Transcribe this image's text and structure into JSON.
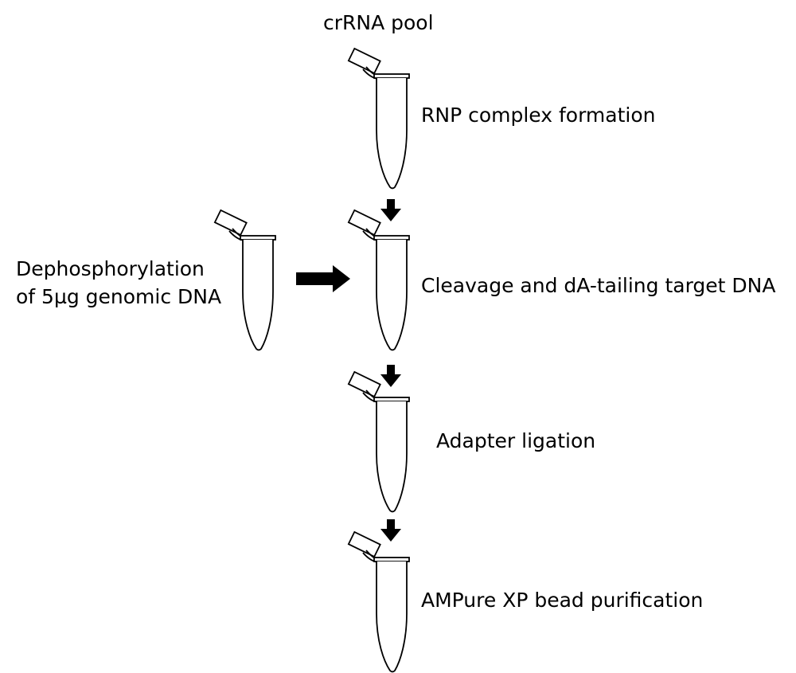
{
  "labels": {
    "top_reagent": "crRNA pool",
    "side_reagent_line1": "Dephosphorylation",
    "side_reagent_line2": "of 5µg genomic DNA"
  },
  "steps": [
    {
      "label": "RNP complex formation"
    },
    {
      "label": "Cleavage and dA-tailing target DNA"
    },
    {
      "label": "Adapter ligation"
    },
    {
      "label": "AMPure XP bead purification"
    }
  ],
  "colors": {
    "stroke": "#000000",
    "background": "#ffffff",
    "arrow": "#000000"
  }
}
